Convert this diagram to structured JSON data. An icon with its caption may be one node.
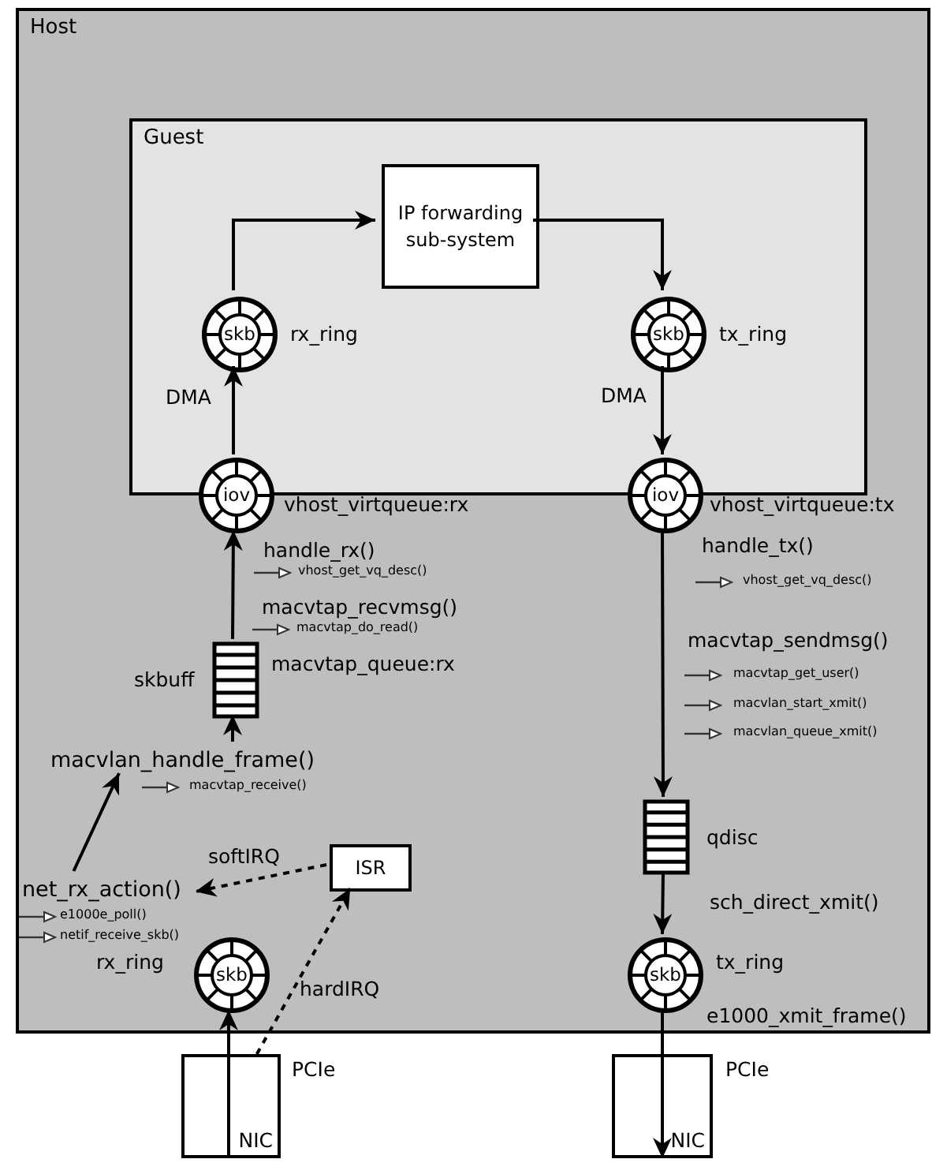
{
  "diagram": {
    "nodes": [
      {
        "text": [
          "Host"
        ]
      },
      {
        "text": [
          "Guest"
        ],
        "in": 0
      },
      {
        "text": [
          "IP forwarding sub-system"
        ],
        "in": 1
      },
      {
        "text": [
          "skb"
        ],
        "beside": [
          "rx_ring"
        ],
        "in": 1
      },
      {
        "text": [
          "skb"
        ],
        "beside": [
          "tx_ring"
        ],
        "in": 1
      },
      {
        "text": [
          "iov"
        ],
        "beside": [
          "vhost_virtqueue:rx"
        ],
        "in": 0
      },
      {
        "text": [
          "iov"
        ],
        "beside": [
          "vhost_virtqueue:tx"
        ],
        "in": 0
      },
      {
        "text": [],
        "shape": "box",
        "beside": [
          "skbuff",
          "macvtap_queue:rx"
        ],
        "in": 0
      },
      {
        "text": [
          "macvlan_handle_frame()"
        ],
        "in": 0
      },
      {
        "text": [
          "net_rx_action()"
        ],
        "in": 0
      },
      {
        "text": [
          "ISR"
        ],
        "in": 0
      },
      {
        "text": [
          "skb"
        ],
        "beside": [
          "rx_ring"
        ],
        "in": 0
      },
      {
        "text": [],
        "shape": "box",
        "beside": [
          "qdisc"
        ],
        "in": 0
      },
      {
        "text": [
          "skb"
        ],
        "beside": [
          "tx_ring"
        ],
        "in": 0
      },
      {
        "text": [
          "NIC"
        ],
        "beside": [
          "PCIe"
        ]
      },
      {
        "text": [
          "NIC"
        ],
        "beside": [
          "PCIe"
        ]
      }
    ],
    "edges": [
      {
        "from": 3,
        "to": 2,
        "arrow": "to"
      },
      {
        "from": 2,
        "to": 4,
        "arrow": "to"
      },
      {
        "from": 5,
        "to": 3,
        "arrow": "to"
      },
      {
        "from": 4,
        "to": 6,
        "arrow": "to"
      },
      {
        "from": 7,
        "to": 5,
        "arrow": "to"
      },
      {
        "from": 8,
        "to": 7,
        "arrow": "to"
      },
      {
        "from": 9,
        "to": 8,
        "arrow": "to"
      },
      {
        "from": 10,
        "to": 9,
        "arrow": "to",
        "style": "dashed"
      },
      {
        "from": 14,
        "to": 10,
        "arrow": "to",
        "style": "dashed"
      },
      {
        "from": 14,
        "to": 11,
        "arrow": "to"
      },
      {
        "from": 6,
        "to": 12,
        "arrow": "to"
      },
      {
        "from": 12,
        "to": 13,
        "arrow": "to"
      },
      {
        "from": 13,
        "to": 15,
        "arrow": "to"
      }
    ],
    "labels": [
      "DMA",
      "DMA",
      "handle_rx()",
      "vhost_get_vq_desc()",
      "handle_tx()",
      "vhost_get_vq_desc()",
      "macvtap_recvmsg()",
      "macvtap_do_read()",
      "macvtap_sendmsg()",
      "macvtap_get_user()",
      "macvlan_start_xmit()",
      "macvlan_queue_xmit()",
      "macvtap_receive()",
      "softIRQ",
      "sch_direct_xmit()",
      "e1000e_poll()",
      "netif_receive_skb()",
      "hardIRQ",
      "e1000_xmit_frame()"
    ]
  }
}
